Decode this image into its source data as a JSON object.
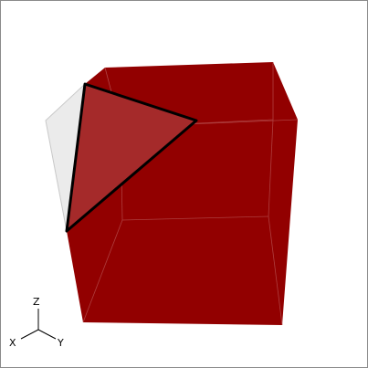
{
  "scene": {
    "colors": {
      "background": "#ffffff",
      "border": "#8a8a8a",
      "cube_front": "#920000",
      "cube_top": "#920000",
      "cube_right": "#920000",
      "clipped_region": "#ebebeb",
      "hidden_edges": "#c7c7c7",
      "triangle_fill": "#b04a4a",
      "triangle_stroke": "#000000"
    }
  },
  "axes": {
    "x_label": "X",
    "y_label": "Y",
    "z_label": "Z"
  }
}
